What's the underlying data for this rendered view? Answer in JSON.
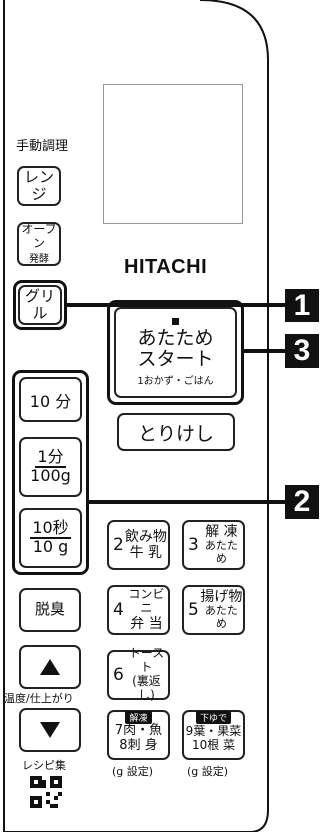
{
  "manual": {
    "label": "手動調理",
    "range": "レンジ",
    "oven": "オーブン",
    "oven_sub": "発酵",
    "grill": "グリル"
  },
  "brand": "HITACHI",
  "start": {
    "line1": "あたため",
    "line2": "スタート",
    "sub": "1おかず・ごはん"
  },
  "cancel": "とりけし",
  "time": {
    "ten_min": "10 分",
    "one_min_top": "1分",
    "one_min_bottom": "100g",
    "ten_sec_top": "10秒",
    "ten_sec_bottom": "10 g"
  },
  "deodorize": "脱臭",
  "temp_label": "温度/仕上がり",
  "recipe_label": "レシピ集",
  "menu": {
    "m2_num": "2",
    "m2_a": "飲み物",
    "m2_b": "牛 乳",
    "m3_num": "3",
    "m3_a": "解 凍",
    "m3_b": "あたため",
    "m4_num": "4",
    "m4_a": "コンビニ",
    "m4_b": "弁 当",
    "m5_num": "5",
    "m5_a": "揚げ物",
    "m5_b": "あたため",
    "m6_num": "6",
    "m6_a": "トースト",
    "m6_b": "(裏返し)",
    "m7_tag": "解凍",
    "m7_a": "7肉・魚",
    "m7_b": "8刺 身",
    "m7_note": "(g 設定)",
    "m9_tag": "下ゆで",
    "m9_a": "9葉・果菜",
    "m9_b": "10根 菜",
    "m9_note": "(g 設定)"
  },
  "callouts": {
    "c1": "1",
    "c2": "2",
    "c3": "3"
  }
}
